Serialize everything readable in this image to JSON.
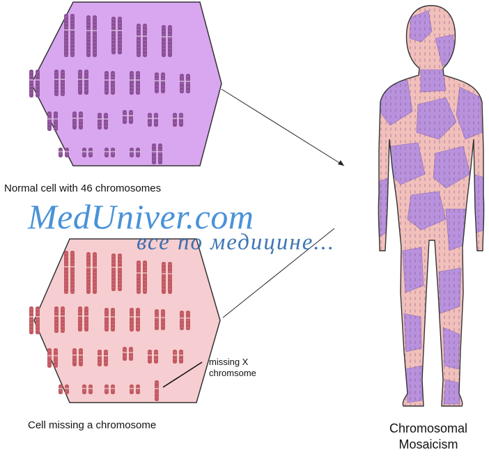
{
  "labels": {
    "normal_cell": "Normal cell with 46 chromosomes",
    "missing_cell": "Cell missing a chromosome",
    "missing_x_line1": "missing X",
    "missing_x_line2": "chromsome",
    "mosaic_line1": "Chromosomal",
    "mosaic_line2": "Mosaicism"
  },
  "watermark": {
    "site": "MedUniver.com",
    "tagline": "все по медицине..."
  },
  "colors": {
    "normal_cell_fill": "#d9a6f0",
    "normal_chromosome": "#8a4f95",
    "missing_cell_fill": "#f6cdd0",
    "missing_chromosome": "#c25860",
    "body_pink": "#f2c0bb",
    "body_purple": "#b892dd",
    "watermark_blue": "#2a7fd2"
  }
}
